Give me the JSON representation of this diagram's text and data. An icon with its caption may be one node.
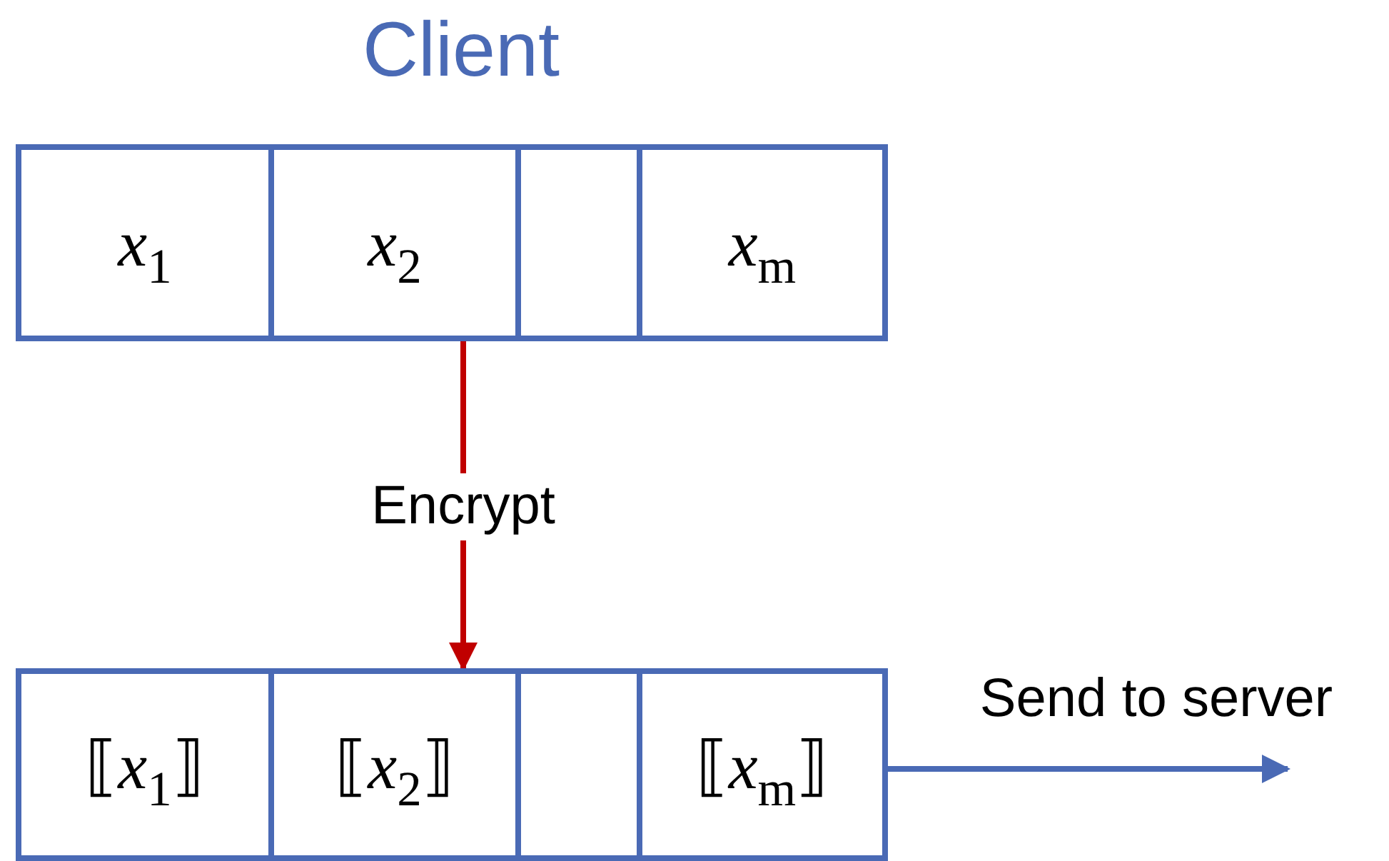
{
  "diagram": {
    "title": "Client",
    "nodes": [
      {
        "text": [
          "*x*$_{1}$"
        ]
      },
      {
        "text": [
          "*x*$_{2}$"
        ]
      },
      {
        "text": [],
        "shape": "box"
      },
      {
        "text": [
          "*x*$_{m}$"
        ]
      },
      {
        "text": [
          "⟦*x*$_{1}$⟧"
        ]
      },
      {
        "text": [
          "⟦*x*$_{2}$⟧"
        ]
      },
      {
        "text": [],
        "shape": "box"
      },
      {
        "text": [
          "⟦*x*$_{m}$⟧"
        ]
      }
    ],
    "edges": [
      {
        "from": 1,
        "to": 5,
        "arrow": "to",
        "label": "Encrypt",
        "color": "#c00000"
      },
      {
        "from": 7,
        "to": null,
        "arrow": "to",
        "label": "Send to server",
        "color": "#4a6ab5"
      }
    ]
  }
}
